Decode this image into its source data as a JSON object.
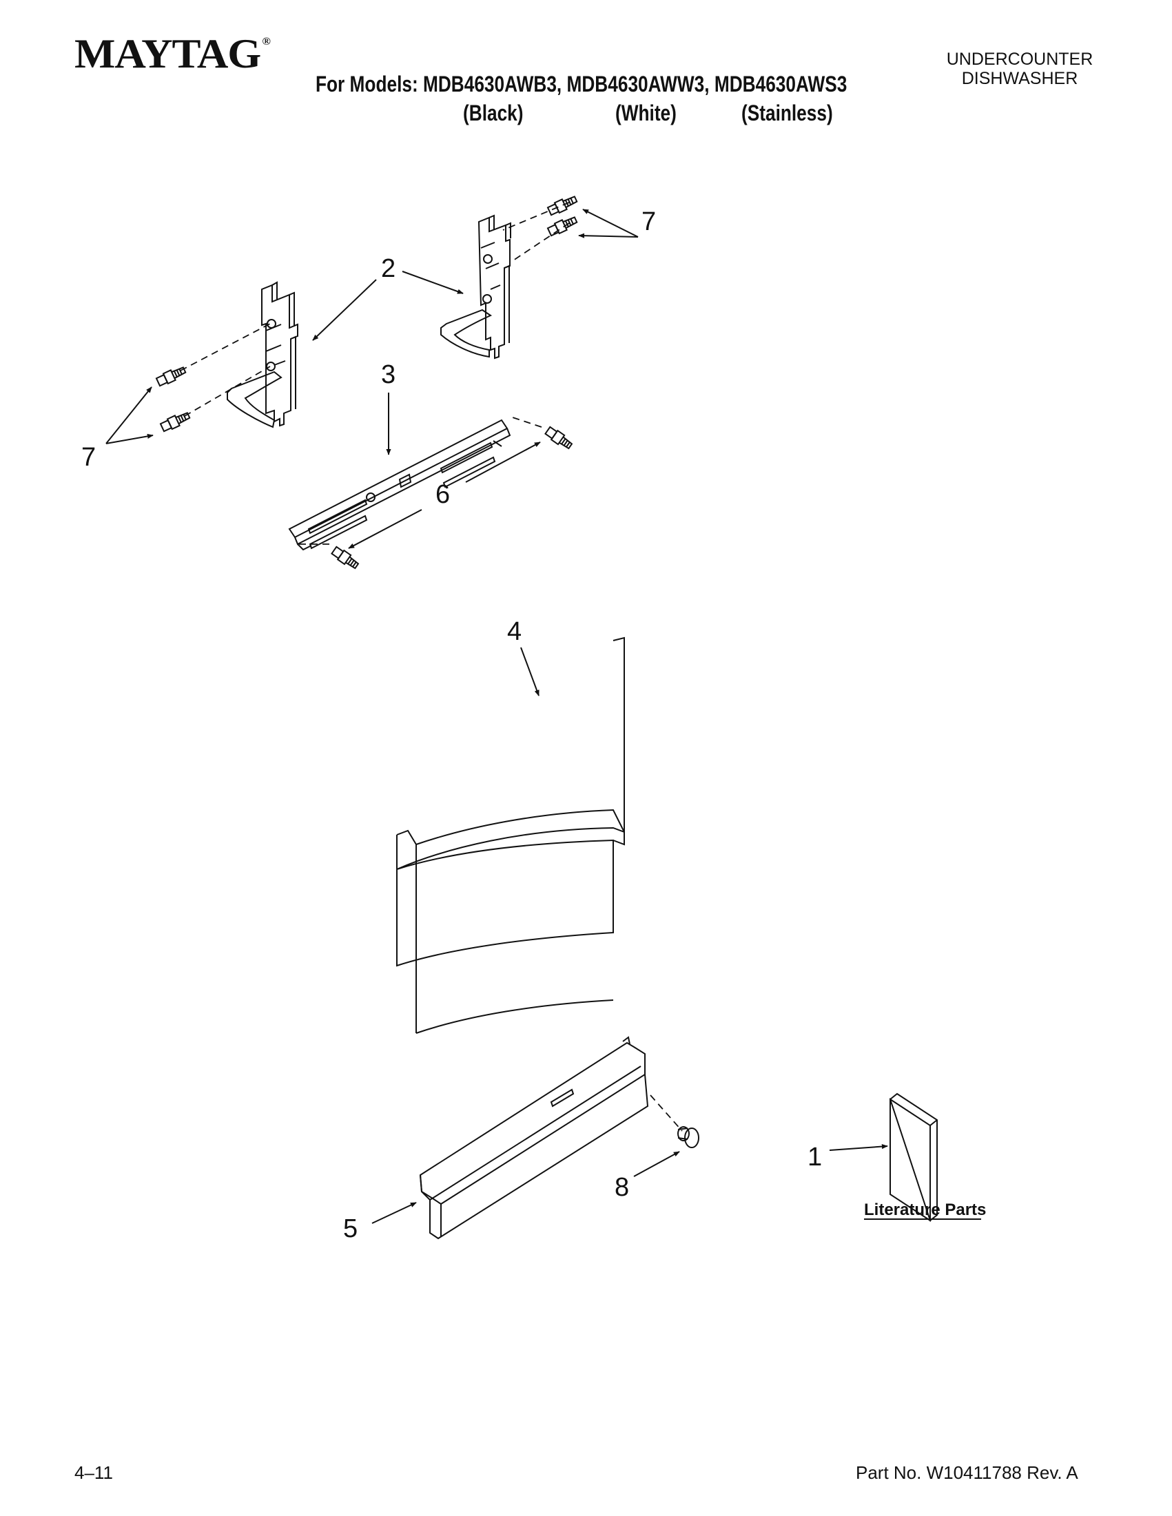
{
  "header": {
    "brand": "MAYTAG",
    "brand_mark": "®",
    "models_line": "For Models: MDB4630AWB3, MDB4630AWW3, MDB4630AWS3",
    "variants": [
      "(Black)",
      "(White)",
      "(Stainless)"
    ],
    "category_line1": "UNDERCOUNTER",
    "category_line2": "DISHWASHER"
  },
  "diagram": {
    "callouts": [
      "1",
      "2",
      "3",
      "4",
      "5",
      "6",
      "7",
      "7",
      "8"
    ],
    "literature_label": "Literature Parts",
    "icons": [
      "mounting-bracket",
      "screw",
      "door-bracket",
      "outer-door-panel",
      "toe-panel",
      "literature-booklet"
    ]
  },
  "footer": {
    "date_code": "4–11",
    "part_number": "Part No. W10411788 Rev. A"
  }
}
